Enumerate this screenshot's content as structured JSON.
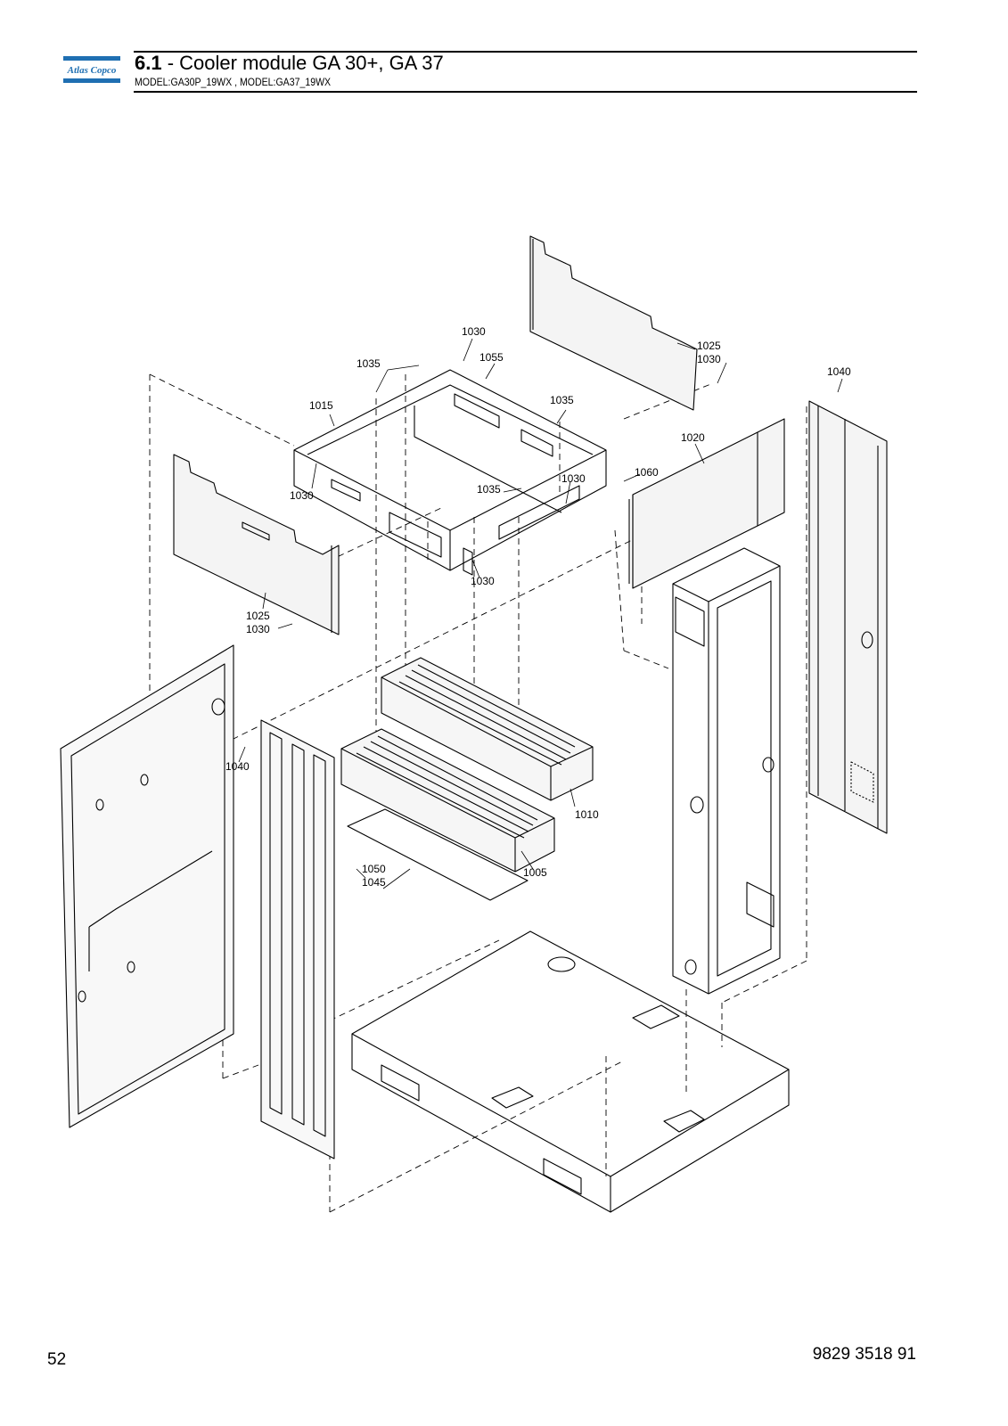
{
  "header": {
    "brand": "Atlas Copco",
    "section_number": "6.1",
    "section_separator": " - ",
    "section_title": "Cooler module GA 30+, GA 37",
    "models": "MODEL:GA30P_19WX , MODEL:GA37_19WX"
  },
  "callouts": {
    "c1030_top": "1030",
    "c1055": "1055",
    "c1035_left": "1035",
    "c1025_right": "1025",
    "c1030_right": "1030",
    "c1040_right": "1040",
    "c1015": "1015",
    "c1035_mid": "1035",
    "c1020": "1020",
    "c1060": "1060",
    "c1030_frame_left": "1030",
    "c1035_center": "1035",
    "c1030_center": "1030",
    "c1030_bottom": "1030",
    "c1025_left": "1025",
    "c1030_left": "1030",
    "c1040_left": "1040",
    "c1010": "1010",
    "c1050": "1050",
    "c1045": "1045",
    "c1005": "1005"
  },
  "footer": {
    "page_number": "52",
    "document_number": "9829 3518 91"
  },
  "colors": {
    "brand_blue": "#1f6fb2",
    "line": "#000000",
    "panel_fill": "#f4f4f4"
  }
}
